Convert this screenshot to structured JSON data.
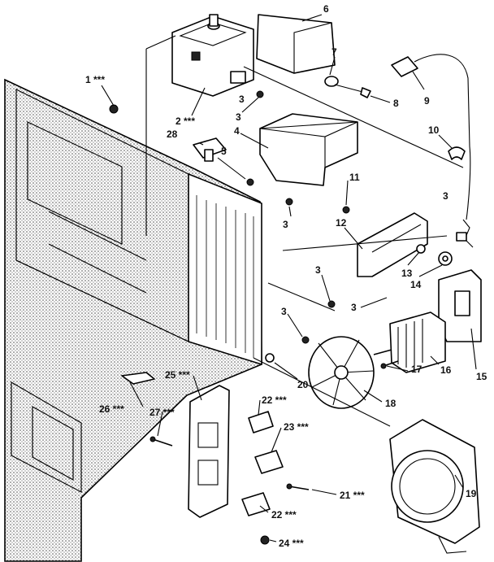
{
  "callouts": [
    {
      "id": "c1",
      "text": "1 ***"
    },
    {
      "id": "c2",
      "text": "2 ***"
    },
    {
      "id": "c3a",
      "text": "3"
    },
    {
      "id": "c3b",
      "text": "3"
    },
    {
      "id": "c3c",
      "text": "3"
    },
    {
      "id": "c3d",
      "text": "3"
    },
    {
      "id": "c3e",
      "text": "3"
    },
    {
      "id": "c3f",
      "text": "3"
    },
    {
      "id": "c3g",
      "text": "3"
    },
    {
      "id": "c4",
      "text": "4"
    },
    {
      "id": "c5",
      "text": "5"
    },
    {
      "id": "c6",
      "text": "6"
    },
    {
      "id": "c7",
      "text": "7"
    },
    {
      "id": "c8",
      "text": "8"
    },
    {
      "id": "c9",
      "text": "9"
    },
    {
      "id": "c10",
      "text": "10"
    },
    {
      "id": "c11",
      "text": "11"
    },
    {
      "id": "c12",
      "text": "12"
    },
    {
      "id": "c13",
      "text": "13"
    },
    {
      "id": "c14",
      "text": "14"
    },
    {
      "id": "c15",
      "text": "15"
    },
    {
      "id": "c16",
      "text": "16"
    },
    {
      "id": "c17",
      "text": "17"
    },
    {
      "id": "c18",
      "text": "18"
    },
    {
      "id": "c19",
      "text": "19"
    },
    {
      "id": "c20",
      "text": "20"
    },
    {
      "id": "c21",
      "text": "21 ***"
    },
    {
      "id": "c22a",
      "text": "22 ***"
    },
    {
      "id": "c22b",
      "text": "22 ***"
    },
    {
      "id": "c23",
      "text": "23 ***"
    },
    {
      "id": "c24",
      "text": "24 ***"
    },
    {
      "id": "c25",
      "text": "25 ***"
    },
    {
      "id": "c26",
      "text": "26 ***"
    },
    {
      "id": "c27",
      "text": "27 ***"
    },
    {
      "id": "c28",
      "text": "28"
    }
  ]
}
